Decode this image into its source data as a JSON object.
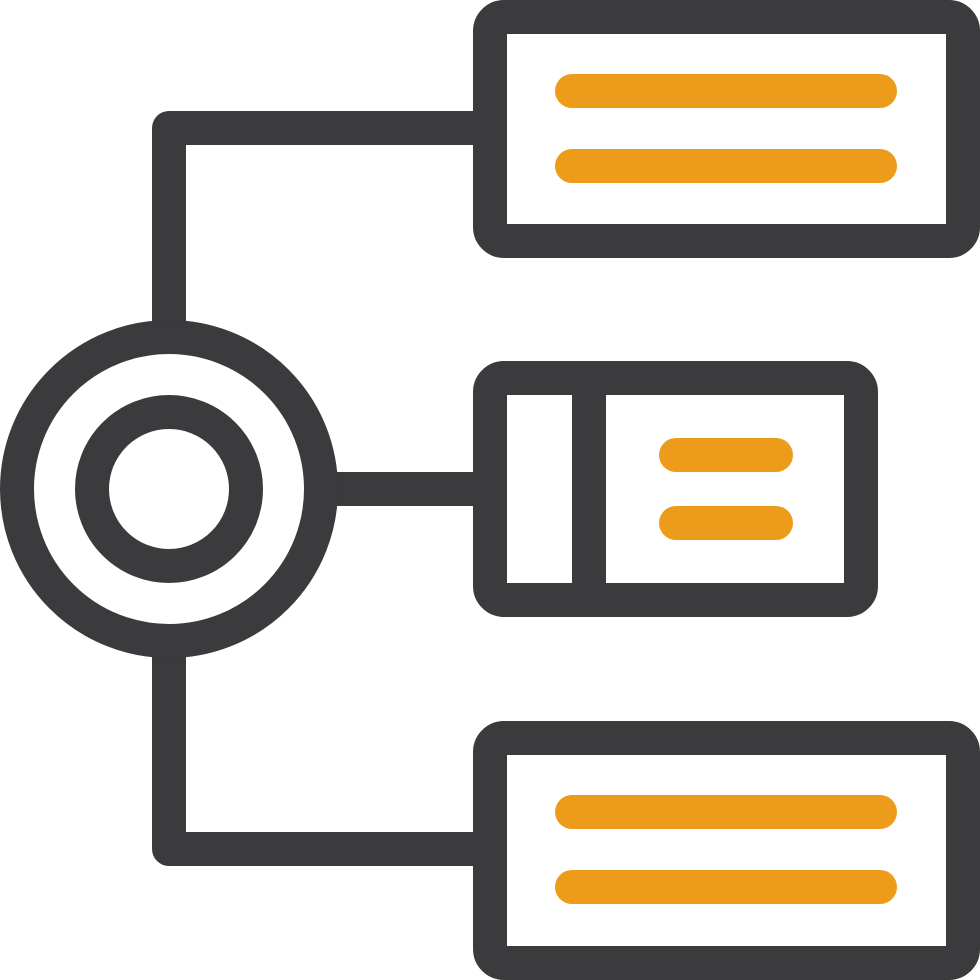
{
  "icon": {
    "name": "hierarchy-structure-icon",
    "style": "two-tone line icon",
    "colors": {
      "outline": "#3b3a3c",
      "accent": "#ed9b1a",
      "background": "#ffffff"
    },
    "branches": [
      {
        "name": "top-box",
        "accent_lines": 2
      },
      {
        "name": "middle-box",
        "accent_lines": 2,
        "has_side_divider": true
      },
      {
        "name": "bottom-box",
        "accent_lines": 2
      }
    ]
  }
}
